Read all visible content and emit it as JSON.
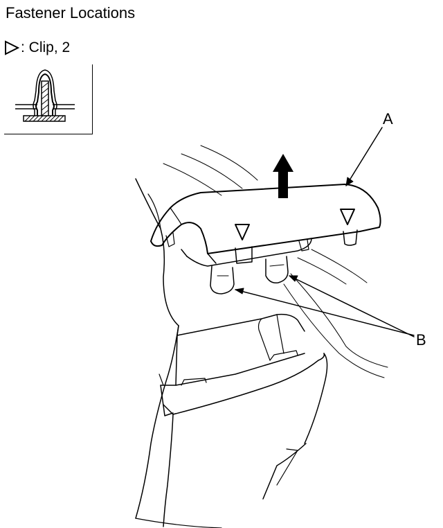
{
  "title": "Fastener Locations",
  "legend": {
    "icon": "clip-triangle-icon",
    "text": ": Clip, 2"
  },
  "callouts": {
    "a": "A",
    "b": "B"
  },
  "colors": {
    "line": "#000000",
    "background": "#ffffff"
  }
}
